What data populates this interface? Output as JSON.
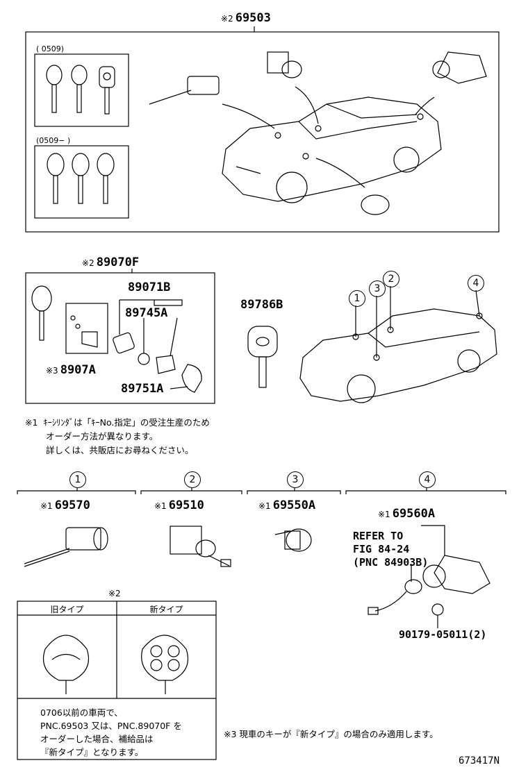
{
  "sections": {
    "top": {
      "marker": "※2",
      "part": "69503",
      "group_old": "(      0509)",
      "group_new": "(0509−      )"
    },
    "remote": {
      "marker": "※2",
      "part": "89070F",
      "sub1": "89071B",
      "sub2": "89745A",
      "sub3_marker": "※3",
      "sub3": "8907A",
      "sub4": "89751A"
    },
    "key": {
      "part": "89786B"
    },
    "car_callouts": [
      "1",
      "2",
      "3",
      "4"
    ]
  },
  "note1": {
    "marker": "※1",
    "line1": "ｷｰｼﾘﾝﾀﾞは「ｷｰNo.指定」の受注生産のため",
    "line2": "オーダー方法が異なります。",
    "line3": "詳しくは、共販店にお尋ねください。"
  },
  "cylinders": [
    {
      "num": "1",
      "marker": "※1",
      "part": "69570"
    },
    {
      "num": "2",
      "marker": "※1",
      "part": "69510"
    },
    {
      "num": "3",
      "marker": "※1",
      "part": "69550A"
    },
    {
      "num": "4",
      "marker": "※1",
      "part": "69560A"
    }
  ],
  "refer": {
    "line1": "REFER TO",
    "line2": "FIG 84-24",
    "line3": "(PNC 84903B)"
  },
  "bolt": {
    "part": "90179-05011(2)"
  },
  "table": {
    "marker": "※2",
    "col_old": "旧タイプ",
    "col_new": "新タイプ",
    "text1": "0706以前の車両で、",
    "text2": "PNC.69503 又は、PNC.89070F を",
    "text3": "オーダーした場合、補給品は",
    "text4": "『新タイプ』となります。"
  },
  "note3": {
    "text": "※3 現車のキーが『新タイプ』の場合のみ適用します。"
  },
  "figure_id": "673417N"
}
